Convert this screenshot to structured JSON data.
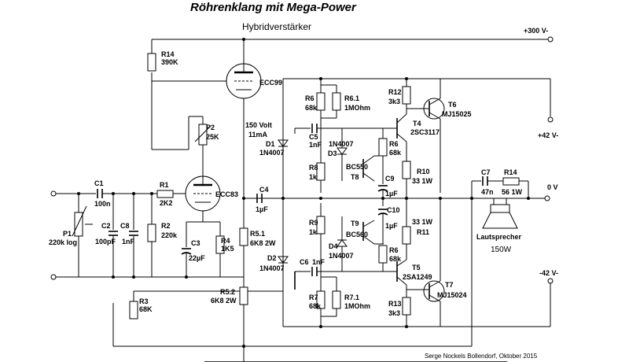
{
  "title": "Röhrenklang mit Mega-Power",
  "subtitle": "Hybridverstärker",
  "credit": "Serge Nockels  Bollendorf, Oktober 2015",
  "rails": {
    "plus300": "+300 V-",
    "plus42": "+42 V-",
    "zero": "0 V",
    "minus42": "-42 V-"
  },
  "tubes": {
    "ecc99": "ECC99",
    "ecc83": "ECC83"
  },
  "operating_point": {
    "volt": "150 Volt",
    "current": "11mA"
  },
  "components": {
    "r14a": [
      "R14",
      "390K"
    ],
    "p2": [
      "P2",
      "25K"
    ],
    "c1": [
      "C1",
      "100n"
    ],
    "p1": [
      "P1",
      "220k log"
    ],
    "c2": [
      "C2",
      "100pF"
    ],
    "c8": [
      "C8",
      "1nF"
    ],
    "r1": [
      "R1",
      "2K2"
    ],
    "r2": [
      "R2",
      "220k"
    ],
    "c3": [
      "C3",
      "22µF"
    ],
    "r4": [
      "R4",
      "1K5"
    ],
    "r3": [
      "R3",
      "68K"
    ],
    "r51": [
      "R5.1",
      "6K8 2W"
    ],
    "r52": [
      "R5.2",
      "6K8 2W"
    ],
    "c4": [
      "C4",
      "1µF"
    ],
    "d1": [
      "D1",
      "1N4007"
    ],
    "d2": [
      "D2",
      "1N4007"
    ],
    "r6a": [
      "R6",
      "68k"
    ],
    "r61": [
      "R6.1",
      "1MOhm"
    ],
    "c5": [
      "C5",
      "1nF"
    ],
    "d3": [
      "D3",
      "1N4007"
    ],
    "r8": [
      "R8",
      "1k"
    ],
    "r9": [
      "R9",
      "1k"
    ],
    "d4": [
      "D4",
      "1N4007"
    ],
    "c6": [
      "C6",
      "1nF"
    ],
    "r7": [
      "R7",
      "68k"
    ],
    "r71": [
      "R7.1",
      "1MOhm"
    ],
    "r6b": [
      "R6",
      "68k"
    ],
    "t8": [
      "BC550",
      "T8"
    ],
    "c9": [
      "C9",
      "1µF"
    ],
    "c10": [
      "C10",
      "1µF"
    ],
    "t9": [
      "T9",
      "BC560"
    ],
    "r6c": [
      "R6",
      "68k"
    ],
    "r12": [
      "R12",
      "3k3"
    ],
    "t6": [
      "T6",
      "MJ15025"
    ],
    "t4": [
      "T4",
      "2SC3117"
    ],
    "r10": [
      "R10",
      "33 1W"
    ],
    "r11": [
      "33 1W",
      "R11"
    ],
    "t5": [
      "T5",
      "2SA1249"
    ],
    "t7": [
      "T7",
      "MJ15024"
    ],
    "r13": [
      "R13",
      "3k3"
    ],
    "c7": [
      "C7",
      "47n"
    ],
    "r14b": [
      "R14",
      "56  1W"
    ]
  },
  "speaker": {
    "label": "Lautsprecher",
    "power": "150W"
  }
}
